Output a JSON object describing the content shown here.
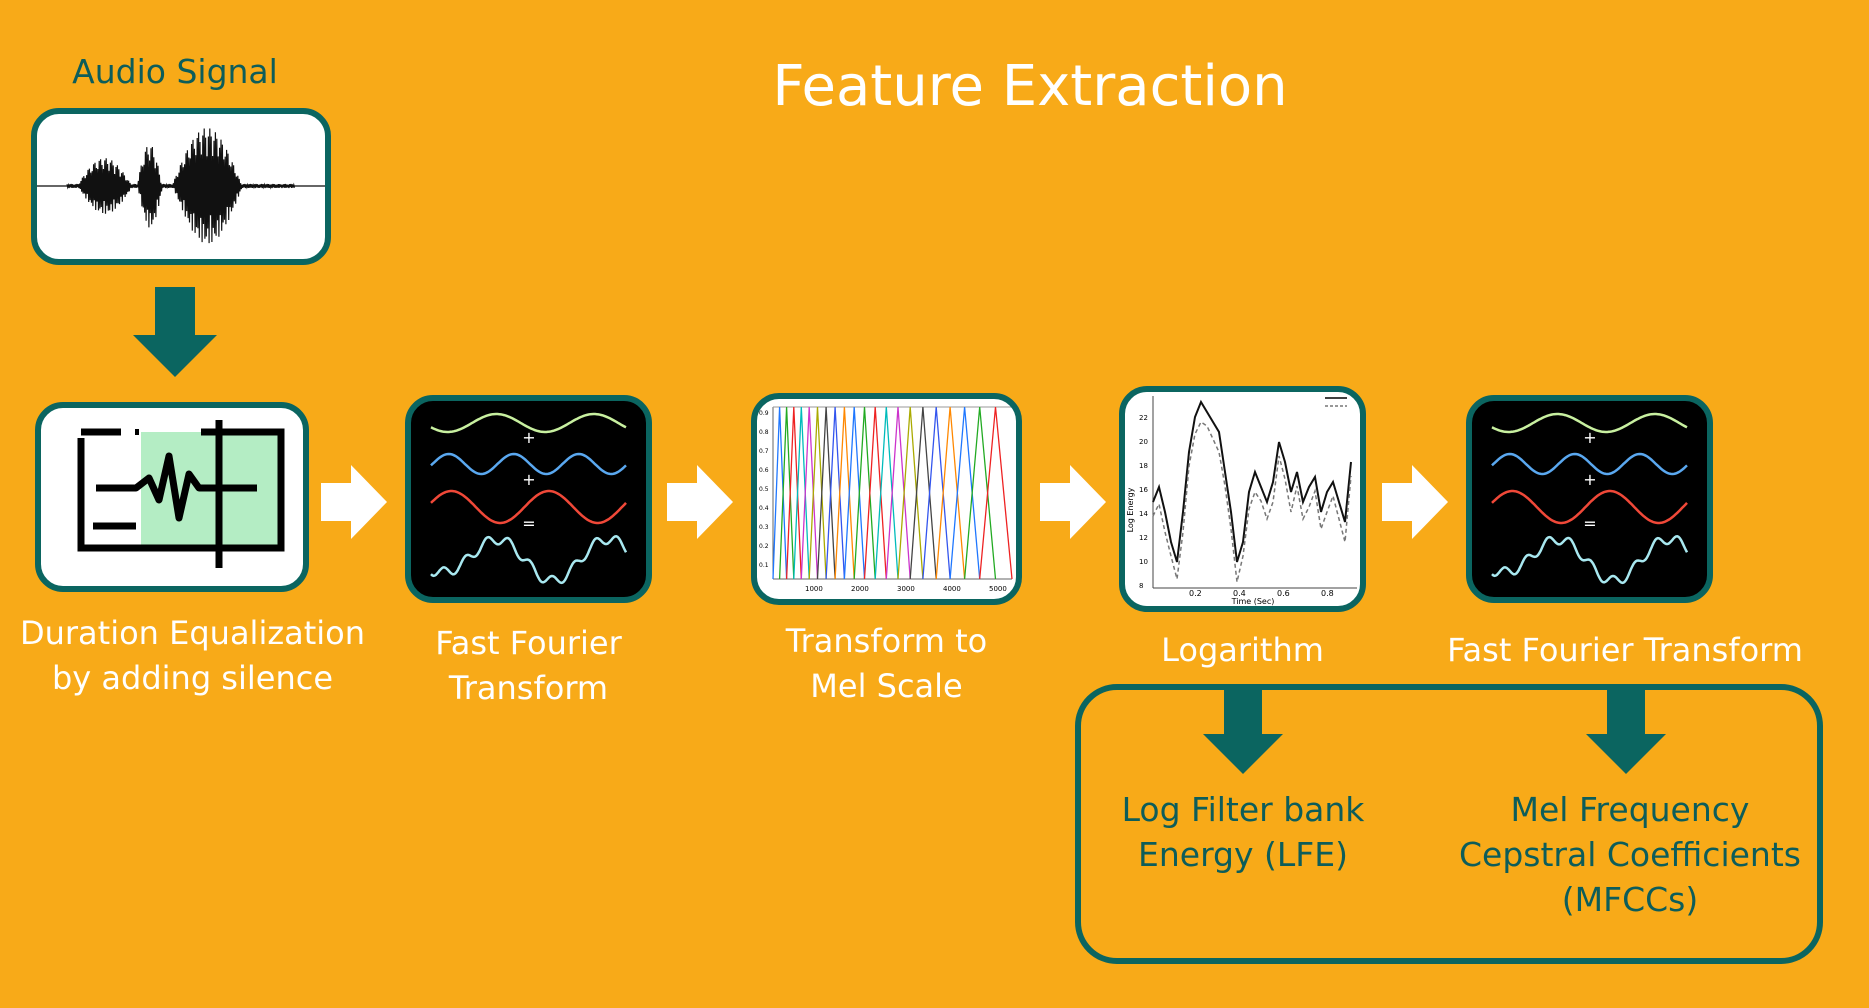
{
  "title": "Feature Extraction",
  "audio_signal_label": "Audio Signal",
  "steps": [
    {
      "label_line1": "Duration Equalization",
      "label_line2": "by adding silence"
    },
    {
      "label_line1": "Fast Fourier",
      "label_line2": "Transform"
    },
    {
      "label_line1": "Transform to",
      "label_line2": "Mel Scale"
    },
    {
      "label_line1": "Logarithm"
    },
    {
      "label_line1": "Fast Fourier Transform"
    }
  ],
  "outputs": {
    "lfe": {
      "line1": "Log Filter bank",
      "line2": "Energy (LFE)"
    },
    "mfcc": {
      "line1": "Mel Frequency",
      "line2": "Cepstral Coefficients",
      "line3": "(MFCCs)"
    }
  },
  "fft_symbols": {
    "plus": "+",
    "equals": "="
  },
  "mel_axis": {
    "y_ticks": [
      "0.9",
      "0.8",
      "0.7",
      "0.6",
      "0.5",
      "0.4",
      "0.3",
      "0.2",
      "0.1"
    ],
    "x_ticks": [
      "1000",
      "2000",
      "3000",
      "4000",
      "5000"
    ]
  },
  "log_axis": {
    "ylabel": "Log Energy",
    "xlabel": "Time (Sec)",
    "y_ticks": [
      "22",
      "20",
      "18",
      "16",
      "14",
      "12",
      "10",
      "8"
    ],
    "x_ticks": [
      "0.2",
      "0.4",
      "0.6",
      "0.8"
    ]
  },
  "colors": {
    "background": "#F8AA18",
    "teal": "#0B6560",
    "text_teal": "#0D5D5A"
  }
}
